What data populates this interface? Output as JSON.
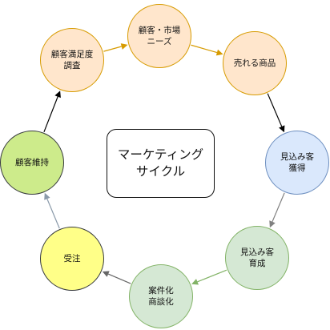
{
  "center": {
    "label": "マーケティング\nサイクル"
  },
  "nodes": [
    {
      "key": "customer-needs",
      "label": "顧客・市場\nニーズ",
      "fill": "#ffe6cc",
      "stroke": "#d79b00"
    },
    {
      "key": "selling-product",
      "label": "売れる商品",
      "fill": "#ffe6cc",
      "stroke": "#d79b00"
    },
    {
      "key": "lead-acquisition",
      "label": "見込み客\n獲得",
      "fill": "#dae8fc",
      "stroke": "#6c8ebf"
    },
    {
      "key": "lead-nurturing",
      "label": "見込み客\n育成",
      "fill": "#d5e8d4",
      "stroke": "#82b366"
    },
    {
      "key": "deal-negotiation",
      "label": "案件化\n商談化",
      "fill": "#d5e8d4",
      "stroke": "#82b366"
    },
    {
      "key": "order-received",
      "label": "受注",
      "fill": "#ffff88",
      "stroke": "#36393d"
    },
    {
      "key": "customer-retention",
      "label": "顧客維持",
      "fill": "#cdeb8b",
      "stroke": "#36393d"
    },
    {
      "key": "satisfaction-survey",
      "label": "顧客満足度\n調査",
      "fill": "#ffe6cc",
      "stroke": "#d79b00"
    }
  ],
  "arrows": [
    {
      "from": "satisfaction-survey",
      "to": "customer-needs",
      "color": "#d79b00"
    },
    {
      "from": "customer-needs",
      "to": "selling-product",
      "color": "#d79b00"
    },
    {
      "from": "selling-product",
      "to": "lead-acquisition",
      "color": "#000000"
    },
    {
      "from": "lead-acquisition",
      "to": "lead-nurturing",
      "color": "#808080"
    },
    {
      "from": "lead-nurturing",
      "to": "deal-negotiation",
      "color": "#82b366"
    },
    {
      "from": "deal-negotiation",
      "to": "order-received",
      "color": "#666666"
    },
    {
      "from": "order-received",
      "to": "customer-retention",
      "color": "#8a9aaa"
    },
    {
      "from": "customer-retention",
      "to": "satisfaction-survey",
      "color": "#000000"
    }
  ]
}
